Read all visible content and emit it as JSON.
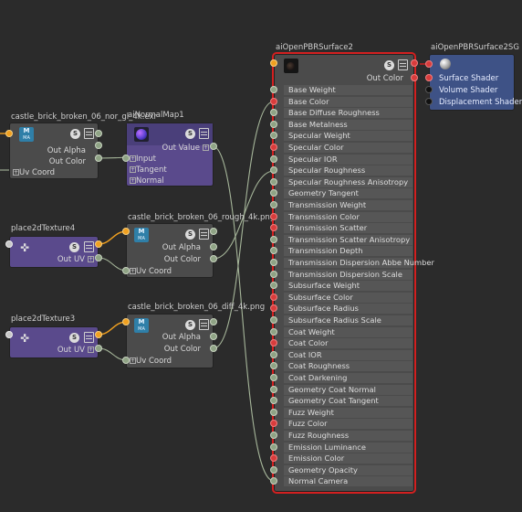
{
  "nodes": {
    "normal_tex": {
      "title": "castle_brick_broken_06_nor_gl_4k.exr",
      "out_alpha": "Out Alpha",
      "out_color": "Out Color",
      "uv_coord": "Uv Coord",
      "thumb_top": "M",
      "thumb_sub": "MA"
    },
    "normal_map": {
      "title": "aiNormalMap1",
      "out_value": "Out Value",
      "inputs": [
        "Input",
        "Tangent",
        "Normal"
      ]
    },
    "rough_tex": {
      "title": "castle_brick_broken_06_rough_4k.png",
      "out_alpha": "Out Alpha",
      "out_color": "Out Color",
      "uv_coord": "Uv Coord",
      "thumb_top": "M",
      "thumb_sub": "MA"
    },
    "place4": {
      "title": "place2dTexture4",
      "out_uv": "Out UV"
    },
    "place3": {
      "title": "place2dTexture3",
      "out_uv": "Out UV"
    },
    "diff_tex": {
      "title": "castle_brick_broken_06_diff_4k.png",
      "out_alpha": "Out Alpha",
      "out_color": "Out Color",
      "uv_coord": "Uv Coord",
      "thumb_top": "M",
      "thumb_sub": "MA"
    },
    "surface": {
      "title": "aiOpenPBRSurface2",
      "out_color": "Out Color",
      "attributes": [
        "Base Weight",
        "Base Color",
        "Base Diffuse Roughness",
        "Base Metalness",
        "Specular Weight",
        "Specular Color",
        "Specular IOR",
        "Specular Roughness",
        "Specular Roughness Anisotropy",
        "Geometry Tangent",
        "Transmission Weight",
        "Transmission Color",
        "Transmission Scatter",
        "Transmission Scatter Anisotropy",
        "Transmission Depth",
        "Transmission Dispersion Abbe Number",
        "Transmission Dispersion Scale",
        "Subsurface Weight",
        "Subsurface Color",
        "Subsurface Radius",
        "Subsurface Radius Scale",
        "Coat Weight",
        "Coat Color",
        "Coat IOR",
        "Coat Roughness",
        "Coat Darkening",
        "Geometry Coat Normal",
        "Geometry Coat Tangent",
        "Fuzz Weight",
        "Fuzz Color",
        "Fuzz Roughness",
        "Emission Luminance",
        "Emission Color",
        "Geometry Opacity",
        "Normal Camera"
      ],
      "port_kinds": [
        "g",
        "r",
        "g",
        "g",
        "g",
        "r",
        "g",
        "g",
        "g",
        "g",
        "g",
        "r",
        "r",
        "g",
        "g",
        "g",
        "g",
        "g",
        "r",
        "r",
        "g",
        "g",
        "r",
        "g",
        "g",
        "g",
        "g",
        "g",
        "g",
        "r",
        "g",
        "g",
        "r",
        "g",
        "g"
      ]
    },
    "shading_group": {
      "title": "aiOpenPBRSurface2SG",
      "inputs": [
        "Surface Shader",
        "Volume Shader",
        "Displacement Shader"
      ]
    }
  },
  "icons": {
    "swatch": "S",
    "list": "attribute-list-icon",
    "place2d": "cross-arrows-icon"
  },
  "colors": {
    "background": "#2b2b2b",
    "node": "#4b4b4b",
    "texture_node": "#5a4a8c",
    "sg_node": "#3e5286",
    "selection": "#d22020",
    "wire": "#a8b89c"
  }
}
